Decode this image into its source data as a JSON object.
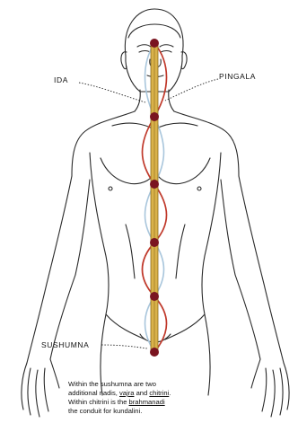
{
  "labels": {
    "ida": "IDA",
    "pingala": "PINGALA",
    "sushumna": "SUSHUMNA"
  },
  "caption": {
    "line1": "Within the sushumna are two",
    "line2_a": "additional nadis, ",
    "line2_vajra": "vajra",
    "line2_b": " and ",
    "line2_chitrini": "chitrini",
    "line2_c": ".",
    "line3_a": "Within chitrini is the ",
    "line3_brahmanadi": "brahmanadi",
    "line4": "the conduit for kundalini."
  },
  "colors": {
    "ida": "#a9c6dc",
    "pingala": "#c0392b",
    "sushumna": "#d9b24a",
    "chakra": "#7a1420",
    "outline": "#2a2a2a"
  }
}
